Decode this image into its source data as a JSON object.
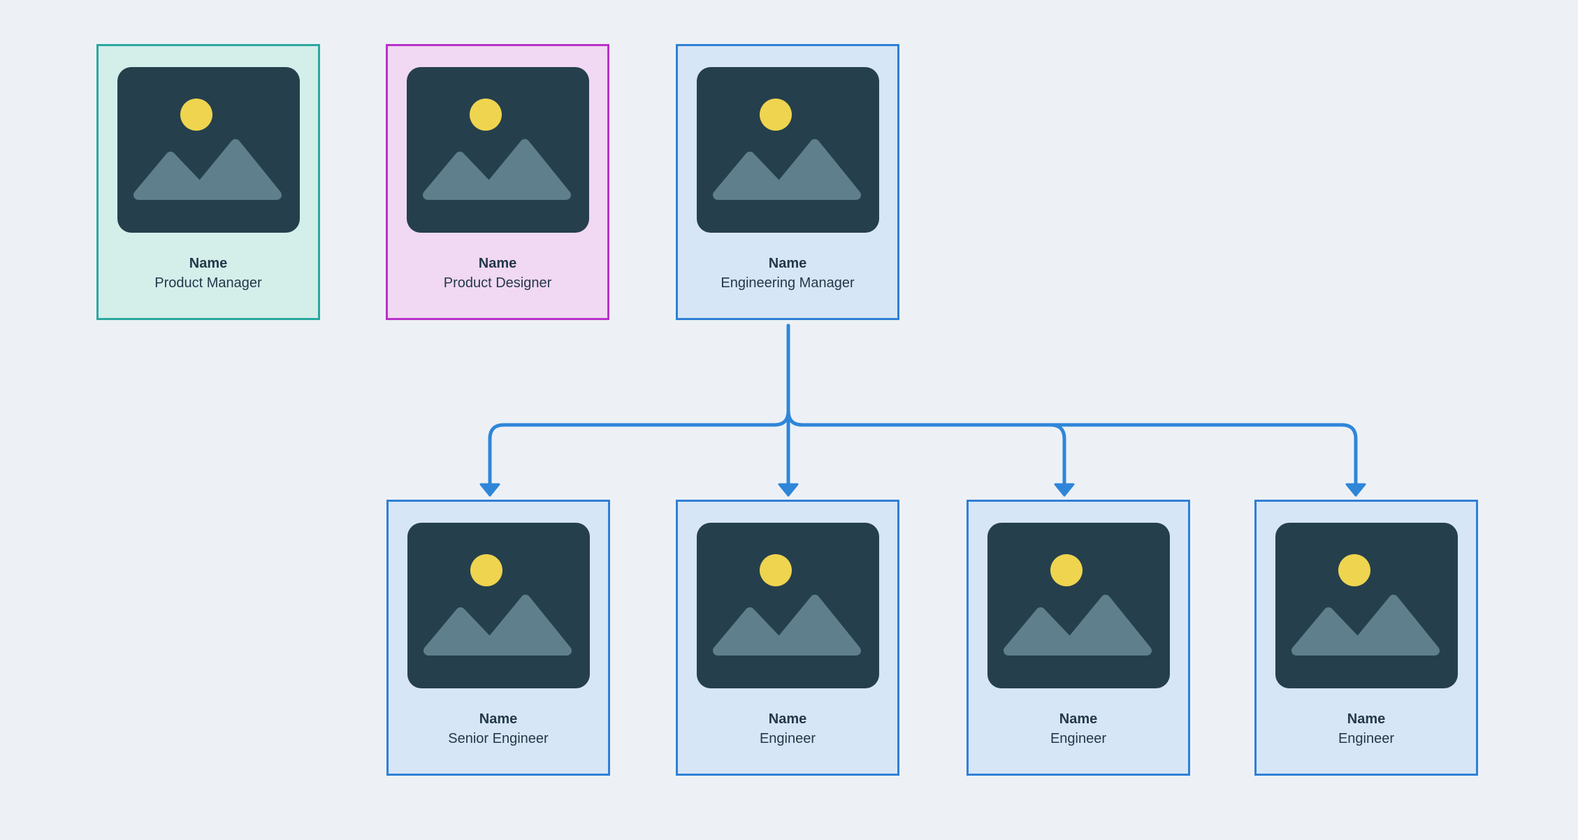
{
  "colors": {
    "page_bg": "#edf1f5",
    "connector": "#2f86d9",
    "text": "#24384a",
    "placeholder_bg": "#25404c",
    "placeholder_sun": "#efd44f",
    "placeholder_mountain": "#5f7f8c"
  },
  "cards": [
    {
      "name": "Name",
      "role": "Product Manager",
      "border": "#2aa8a0",
      "bg": "#d4eeea",
      "row": "top"
    },
    {
      "name": "Name",
      "role": "Product Designer",
      "border": "#b832c8",
      "bg": "#f1d8f3",
      "row": "top"
    },
    {
      "name": "Name",
      "role": "Engineering Manager",
      "border": "#2f80d6",
      "bg": "#d6e6f6",
      "row": "top"
    },
    {
      "name": "Name",
      "role": "Senior Engineer",
      "border": "#2f80d6",
      "bg": "#d6e6f6",
      "row": "bottom"
    },
    {
      "name": "Name",
      "role": "Engineer",
      "border": "#2f80d6",
      "bg": "#d6e6f6",
      "row": "bottom"
    },
    {
      "name": "Name",
      "role": "Engineer",
      "border": "#2f80d6",
      "bg": "#d6e6f6",
      "row": "bottom"
    },
    {
      "name": "Name",
      "role": "Engineer",
      "border": "#2f80d6",
      "bg": "#d6e6f6",
      "row": "bottom"
    }
  ]
}
